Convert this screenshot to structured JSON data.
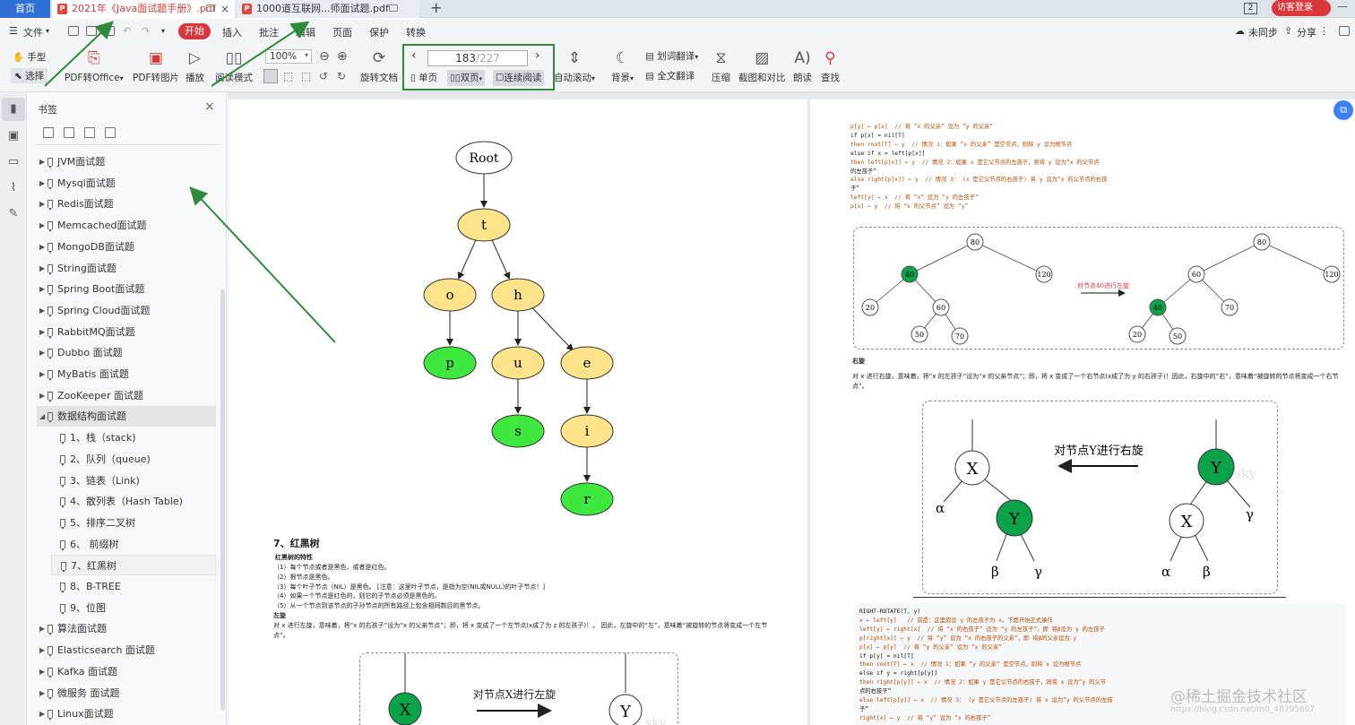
{
  "tabs": {
    "home": "首页",
    "active_tab": "2021年《Java面试题手册》.pdf",
    "tab2": "1000道互联网...师面试题.pdf",
    "new_tab": "+",
    "page_count_badge": "2",
    "visitor_login": "访客登录"
  },
  "menu": {
    "file": "文件",
    "items": [
      "开始",
      "插入",
      "批注",
      "编辑",
      "页面",
      "保护",
      "转换"
    ],
    "sync": "未同步",
    "share": "分享"
  },
  "ribbon": {
    "hand": "手型",
    "select": "选择",
    "pdf_to_office": "PDF转Office",
    "pdf_to_image": "PDF转图片",
    "play": "播放",
    "read_mode": "阅读模式",
    "zoom": "100%",
    "rotate": "旋转文档",
    "page_current": "183",
    "page_total": "/227",
    "single": "单页",
    "double": "双页",
    "continuous": "连续阅读",
    "auto_scroll": "自动滚动",
    "background": "背景",
    "word_translate": "划词翻译",
    "full_translate": "全文翻译",
    "compress": "压缩",
    "screenshot_compare": "截图和对比",
    "read_aloud": "朗读",
    "find": "查找"
  },
  "bookmarks": {
    "title": "书签",
    "items": [
      "JVM面试题",
      "Mysql面试题",
      "Redis面试题",
      "Memcached面试题",
      "MongoDB面试题",
      "String面试题",
      "Spring Boot面试题",
      "Spring Cloud面试题",
      "RabbitMQ面试题",
      "Dubbo 面试题",
      "MyBatis 面试题",
      "ZooKeeper 面试题",
      "数据结构面试题"
    ],
    "children": [
      "1、栈（stack)",
      "2、队列（queue)",
      "3、链表（Link)",
      "4、散列表（Hash Table)",
      "5、排序二叉树",
      "6、 前缀树",
      "7、红黑树",
      "8、B-TREE",
      "9、位图"
    ],
    "after": [
      "算法面试题",
      "Elasticsearch 面试题",
      "Kafka 面试题",
      "微服务 面试题",
      "Linux面试题"
    ]
  },
  "page1": {
    "tree_nodes": [
      "Root",
      "t",
      "o",
      "h",
      "p",
      "u",
      "e",
      "s",
      "i",
      "r"
    ],
    "section_title": "7、红黑树",
    "rb_heading": "红黑树的特性",
    "rb_lines": [
      "（1）每个节点或者是黑色，或者是红色。",
      "（2）根节点是黑色。",
      "（3）每个叶子节点（NIL）是黑色。 [注意：这里叶子节点，是指为空(NIL或NULL)的叶子节点！]",
      "（4）如果一个节点是红色的，则它的子节点必须是黑色的。",
      "（5）从一个节点到该节点的子孙节点的所有路径上包含相同数目的黑节点。"
    ],
    "left_rotate_title": "左旋",
    "left_rotate_desc": "对 x 进行左旋，意味着，将“x 的右孩子”设为“x 的父亲节点”；即，将 x 变成了一个左节点(x成了为 z 的左孩子)！。 因此，左旋中的“左”，意味着“被旋转的节点将变成一个左节",
    "left_rotate_desc2": "点”。",
    "diagram_label": "对节点X进行左旋",
    "diagram_x": "X",
    "diagram_y": "Y",
    "sky": "sky"
  },
  "page2": {
    "code_top": [
      "p[y] ← p[x]  // 将 “x 的父亲” 设为 “y 的父亲”",
      "if p[x] = nil[T]",
      "then root[T] ← y  // 情况 1：如果 “x 的父亲” 是空节点，则将 y 设为根节点",
      "else if x = left[p[x]]",
      "then left[p[x]] ← y  // 情况 2：如果 x 是它父节点的左孩子，则将 y 设为“x 的父节点",
      "的左孩子”",
      "else right[p[x]] ← y  // 情况 3： (x 是它父节点的右孩子) 将 y 设为“x 的父节点的右孩",
      "子”",
      "left[y] ← x  // 将 “x” 设为 “y 的左孩子”",
      "p[x] ← y  // 将 “x 的父节点” 设为 “y”"
    ],
    "bst_nodes": [
      "80",
      "40",
      "120",
      "20",
      "60",
      "50",
      "70"
    ],
    "bst_label": "对节点40进行左旋",
    "right_rotate_title": "右旋",
    "right_rotate_desc": "对 x 进行右旋，意味着，将“x 的左孩子”设为“x 的父亲节点”；即，将 x 变成了一个右节点(x成了为 y 的右孩子)！因此，右旋中的“右”，意味着“被旋转的节点将变成一个右节",
    "right_rotate_desc2": "点”。",
    "rr_label": "对节点Y进行右旋",
    "alpha": "α",
    "beta": "β",
    "gamma": "γ",
    "code_bottom": [
      "RIGHT-ROTATE(T, y)",
      "x ← left[y]   // 前提：这里假设 y 的左孩子为 x。下面开始正式操作",
      "left[y] ← right[x]  // 将 “x 的右孩子” 设为 “y 的左孩子”，即 将β设为 y 的左孩子",
      "p[right[x]] ← y  // 将 “y” 设为 “x 的右孩子的父亲”，即 将β的父亲设为 y",
      "p[x] ← p[y]  // 将 “y 的父亲” 设为 “x 的父亲”",
      "if p[y] = nil[T]",
      "then root[T] ← x  // 情况 1：如果 “y 的父亲” 是空节点，则将 x 设为根节点",
      "else if y = right[p[y]]",
      "then right[p[y]] ← x  // 情况 2：如果 y 是它父节点的右孩子，则将 x 设为“y 的父节",
      "点的右孩子”",
      "else left[p[y]] ← x  // 情况 3： (y 是它父节点的左孩子) 将 x 设为“y 的父节点的左孩",
      "子”",
      "right[x] ← y  // 将 “y” 设为 “x 的右孩子”"
    ]
  },
  "watermark": "@稀土掘金技术社区",
  "watermark_url": "https://blog.csdn.net/m0_48795607",
  "colors": {
    "accent_red": "#d9383a",
    "annotation_green": "#2e8b3a",
    "node_yellow": "#fde48a",
    "node_green": "#3ee83e",
    "rb_green": "#0aa34a"
  }
}
